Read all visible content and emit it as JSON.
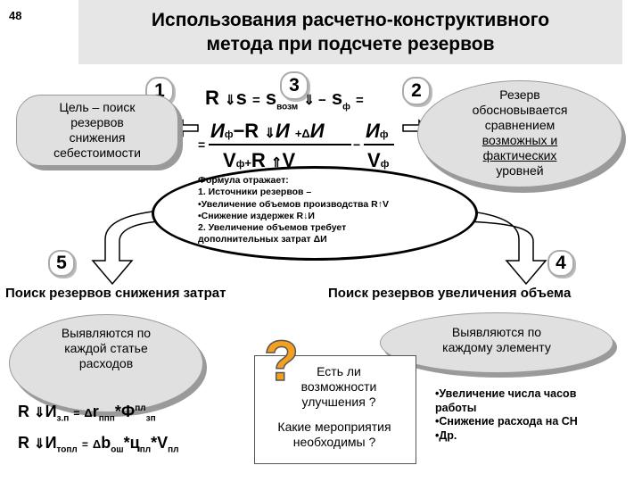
{
  "slide_number": "48",
  "title_line1": "Использования расчетно-конструктивного",
  "title_line2": "метода при подсчете резервов",
  "numbers": {
    "n1": "1",
    "n2": "2",
    "n3": "3",
    "n4": "4",
    "n5": "5"
  },
  "goal_lines": [
    "Цель – поиск",
    "резервов",
    "снижения",
    "себестоимости"
  ],
  "reserve_lines": [
    "Резерв",
    "обосновывается",
    "сравнением",
    "возможных и",
    "фактических",
    "уровней"
  ],
  "formula_note": {
    "head": "Формула отражает:",
    "l1": "1. Источники резервов –",
    "l2": "•Увеличение объемов производства R↑V",
    "l3": "•Снижение издержек R↓И",
    "l4": "2. Увеличение объемов требует",
    "l5": "дополнительных затрат ΔИ"
  },
  "section_left": "Поиск резервов снижения затрат",
  "section_right": "Поиск резервов увеличения объема",
  "left_ellipse": [
    "Выявляются по",
    "каждой статье",
    "расходов"
  ],
  "right_ellipse": [
    "Выявляются по",
    "каждому элементу"
  ],
  "question": {
    "q1": [
      "Есть ли",
      "возможности",
      "улучшения ?"
    ],
    "q2": [
      "Какие мероприятия",
      "необходимы ?"
    ]
  },
  "bullets": [
    "•Увеличение числа часов",
    "работы",
    "•Снижение расхода на СН",
    "•Др."
  ]
}
